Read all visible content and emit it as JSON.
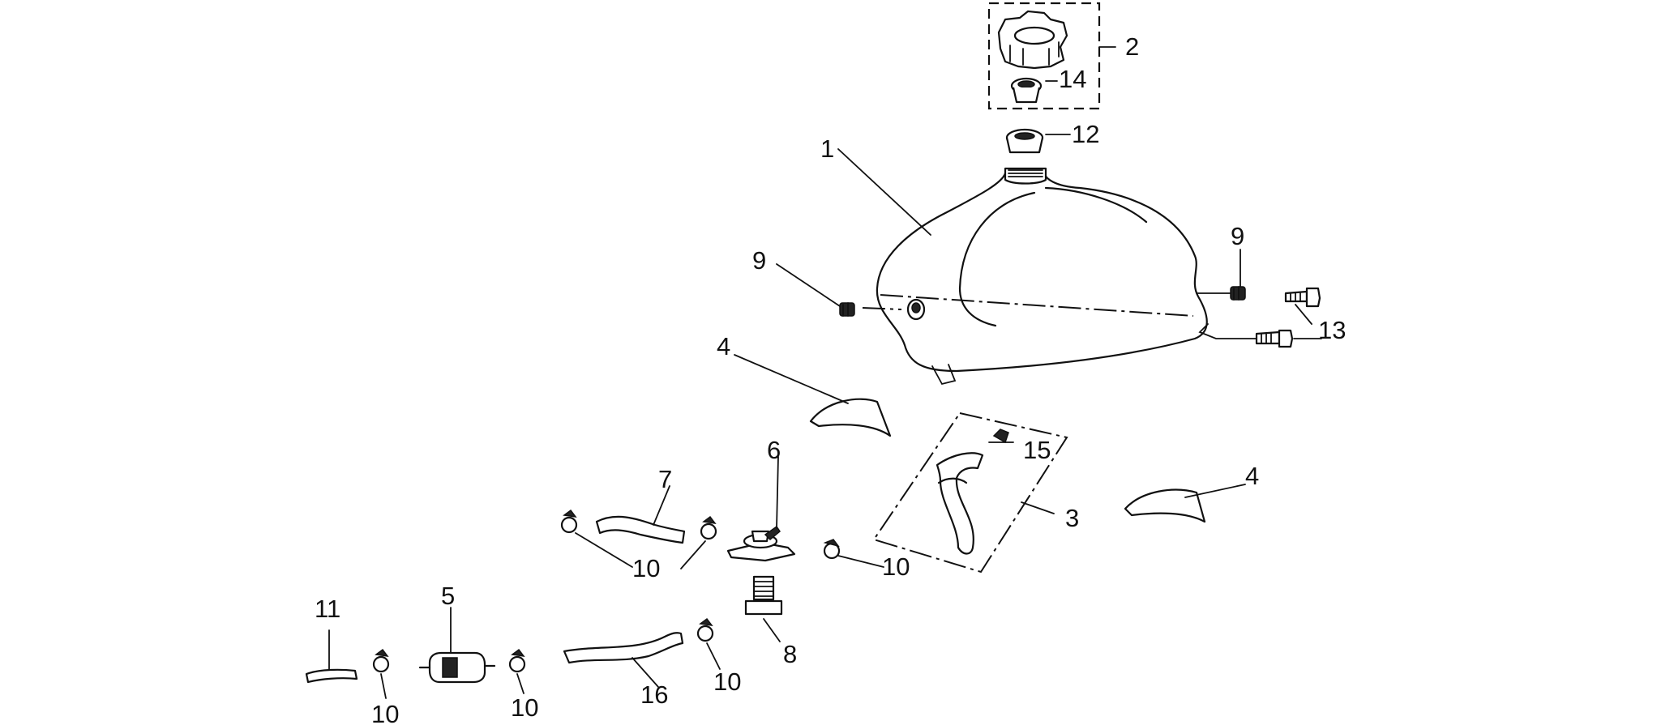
{
  "callouts": [
    {
      "key": "c1",
      "text": "1"
    },
    {
      "key": "c2",
      "text": "2"
    },
    {
      "key": "c3",
      "text": "3"
    },
    {
      "key": "c4a",
      "text": "4"
    },
    {
      "key": "c4b",
      "text": "4"
    },
    {
      "key": "c5",
      "text": "5"
    },
    {
      "key": "c6",
      "text": "6"
    },
    {
      "key": "c7",
      "text": "7"
    },
    {
      "key": "c8",
      "text": "8"
    },
    {
      "key": "c9a",
      "text": "9"
    },
    {
      "key": "c9b",
      "text": "9"
    },
    {
      "key": "c10a",
      "text": "10"
    },
    {
      "key": "c10b",
      "text": "10"
    },
    {
      "key": "c10c",
      "text": "10"
    },
    {
      "key": "c10d",
      "text": "10"
    },
    {
      "key": "c10e",
      "text": "10"
    },
    {
      "key": "c11",
      "text": "11"
    },
    {
      "key": "c12",
      "text": "12"
    },
    {
      "key": "c13",
      "text": "13"
    },
    {
      "key": "c14",
      "text": "14"
    },
    {
      "key": "c15",
      "text": "15"
    },
    {
      "key": "c16",
      "text": "16"
    }
  ]
}
